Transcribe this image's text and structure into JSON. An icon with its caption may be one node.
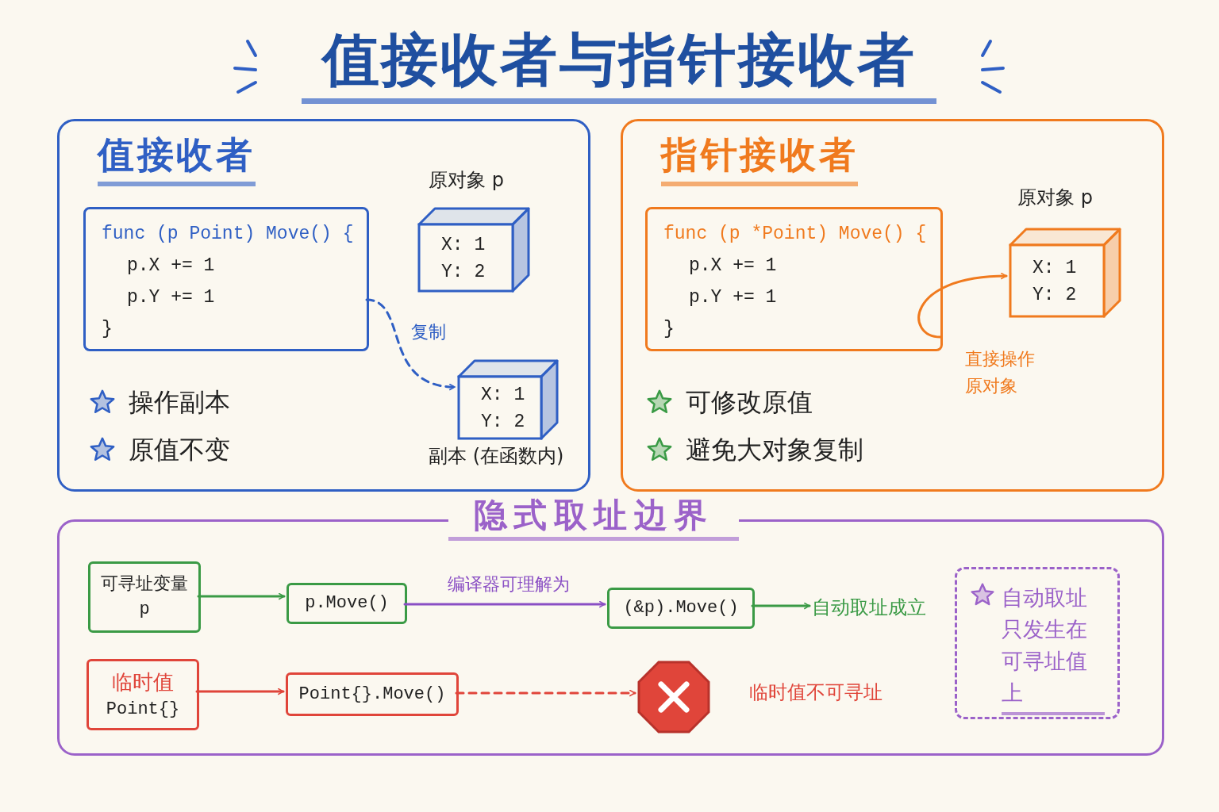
{
  "diagram": {
    "title": "值接收者与指针接收者",
    "nodes": [
      {
        "text": [
          "值接收者"
        ]
      },
      {
        "text": [
          "func (p Point) Move() {",
          "p.X += 1",
          "p.Y += 1",
          "}"
        ],
        "in": 0
      },
      {
        "text": [
          "X: 1",
          "Y: 2"
        ],
        "in": 0,
        "beside": [
          "原对象 p"
        ]
      },
      {
        "text": [
          "X: 1",
          "Y: 2"
        ],
        "in": 0,
        "beside": [
          "副本 (在函数内)"
        ]
      },
      {
        "text": [
          "指针接收者"
        ]
      },
      {
        "text": [
          "func (p *Point) Move() {",
          "p.X += 1",
          "p.Y += 1",
          "}"
        ],
        "in": 4
      },
      {
        "text": [
          "X: 1",
          "Y: 2"
        ],
        "in": 4,
        "beside": [
          "原对象 p"
        ]
      },
      {
        "text": [
          "隐式取址边界"
        ]
      },
      {
        "text": [
          "可寻址变量",
          "p"
        ],
        "in": 7
      },
      {
        "text": [
          "p.Move()"
        ],
        "in": 7
      },
      {
        "text": [
          "(&p).Move()"
        ],
        "in": 7
      },
      {
        "text": [
          "自动取址成立"
        ],
        "in": 7
      },
      {
        "text": [
          "临时值",
          "Point{}"
        ],
        "in": 7
      },
      {
        "text": [
          "Point{}.Move()"
        ],
        "in": 7
      },
      {
        "text": [],
        "shape": "octagon",
        "in": 7,
        "beside": [
          "临时值不可寻址"
        ]
      },
      {
        "text": [
          "自动取址只发生在可寻址值上"
        ],
        "in": 7
      }
    ],
    "edges": [
      {
        "from": 1,
        "to": 3,
        "arrow": "to",
        "label": "复制",
        "style": "dashed",
        "color": "#2f5fc4"
      },
      {
        "from": 5,
        "to": 6,
        "arrow": "to",
        "label": "直接操作原对象",
        "color": "#f07a1e"
      },
      {
        "from": 8,
        "to": 9,
        "arrow": "to",
        "color": "#3a9a45"
      },
      {
        "from": 9,
        "to": 10,
        "arrow": "to",
        "label": "编译器可理解为",
        "color": "#8a4fc4"
      },
      {
        "from": 10,
        "to": 11,
        "arrow": "to",
        "color": "#3a9a45"
      },
      {
        "from": 12,
        "to": 13,
        "arrow": "to",
        "color": "#e0453a"
      },
      {
        "from": 13,
        "to": 14,
        "arrow": "to",
        "style": "dashed",
        "color": "#e0453a"
      }
    ],
    "labels": [
      "操作副本",
      "原值不变",
      "可修改原值",
      "避免大对象复制"
    ]
  }
}
